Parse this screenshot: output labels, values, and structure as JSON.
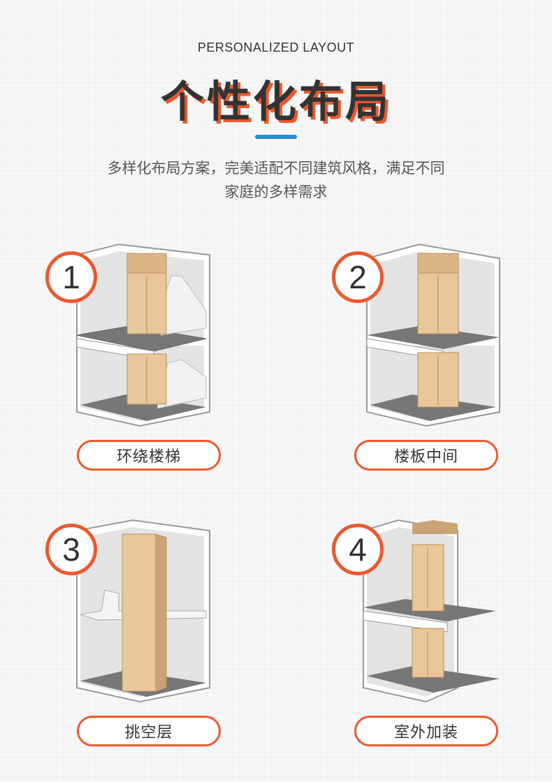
{
  "header": {
    "subtitle_en": "PERSONALIZED LAYOUT",
    "title": "个性化布局",
    "desc_line1": "多样化布局方案，完美适配不同建筑风格，满足不同",
    "desc_line2": "家庭的多样需求"
  },
  "layouts": [
    {
      "number": "1",
      "label": "环绕楼梯"
    },
    {
      "number": "2",
      "label": "楼板中间"
    },
    {
      "number": "3",
      "label": "挑空层"
    },
    {
      "number": "4",
      "label": "室外加装"
    }
  ],
  "colors": {
    "accent": "#ea5a2e",
    "bar": "#2a8bd0",
    "wood": "#e9c79a"
  }
}
